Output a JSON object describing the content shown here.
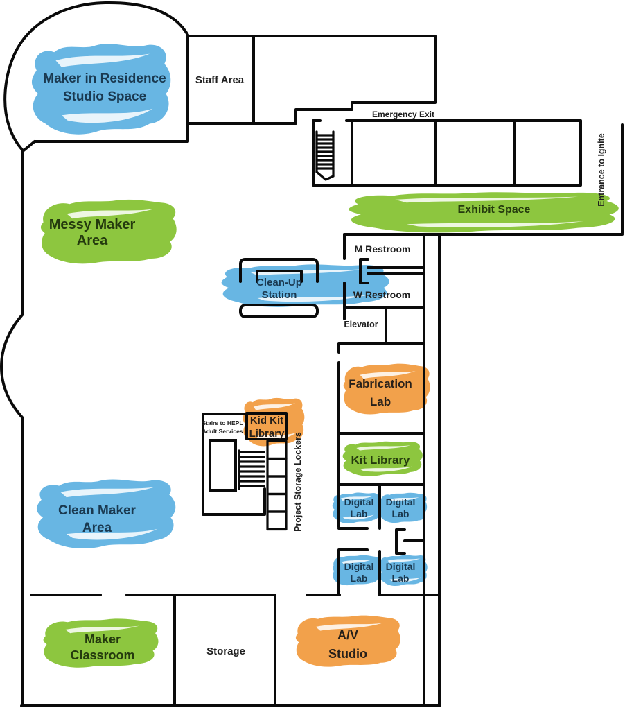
{
  "colors": {
    "blue": "#68b6e3",
    "green": "#8dc63f",
    "orange": "#f2a14b",
    "wall": "#0a0a0a",
    "label_navy": "#1a3950",
    "label_green_dark": "#243a0e",
    "label_orange_dark": "#27201a",
    "label_black": "#1f1f1f"
  },
  "areas": {
    "maker_in_residence": {
      "line1": "Maker in Residence",
      "line2": "Studio Space",
      "highlight": "blue"
    },
    "staff_area": {
      "line1": "Staff Area"
    },
    "emergency_exit": {
      "line1": "Emergency Exit"
    },
    "entrance_to_ignite": {
      "line1": "Entrance to Ignite"
    },
    "exhibit_space": {
      "line1": "Exhibit Space",
      "highlight": "green"
    },
    "messy_maker_area": {
      "line1": "Messy Maker",
      "line2": "Area",
      "highlight": "green"
    },
    "clean_up_station": {
      "line1": "Clean-Up",
      "line2": "Station",
      "highlight": "blue"
    },
    "m_restroom": {
      "line1": "M Restroom"
    },
    "w_restroom": {
      "line1": "W Restroom"
    },
    "elevator": {
      "line1": "Elevator"
    },
    "fabrication_lab": {
      "line1": "Fabrication",
      "line2": "Lab",
      "highlight": "orange"
    },
    "kid_kit_library": {
      "line1": "Kid Kit",
      "line2": "Library",
      "highlight": "orange"
    },
    "stairs_to_hepl": {
      "line1": "Stairs to HEPL",
      "line2": "Adult Services"
    },
    "project_storage_lockers": {
      "line1": "Project Storage Lockers"
    },
    "kit_library": {
      "line1": "Kit Library",
      "highlight": "green"
    },
    "digital_lab": {
      "line1": "Digital",
      "line2": "Lab",
      "highlight": "blue"
    },
    "clean_maker_area": {
      "line1": "Clean Maker",
      "line2": "Area",
      "highlight": "blue"
    },
    "maker_classroom": {
      "line1": "Maker",
      "line2": "Classroom",
      "highlight": "green"
    },
    "storage": {
      "line1": "Storage"
    },
    "av_studio": {
      "line1": "A/V",
      "line2": "Studio",
      "highlight": "orange"
    }
  }
}
